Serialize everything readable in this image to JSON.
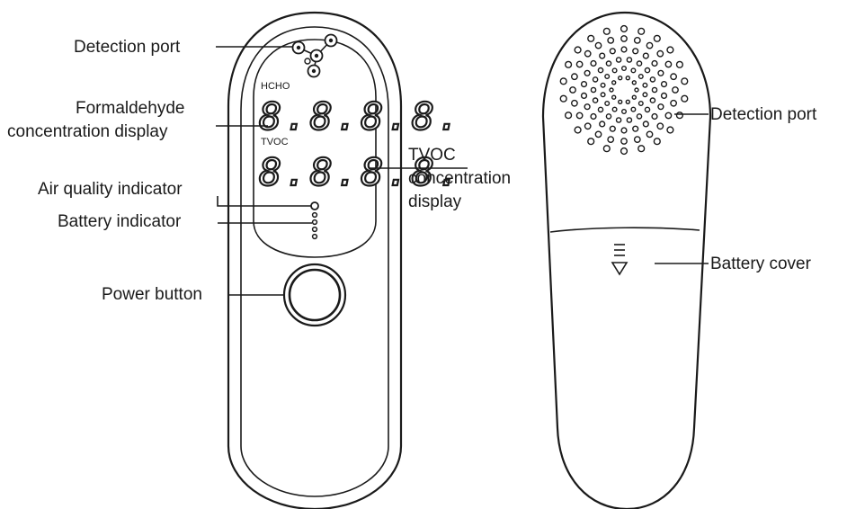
{
  "front": {
    "lcd": {
      "hcho_label": "HCHO",
      "tvoc_label": "TVOC",
      "hcho_reading": "8.8.8.8.",
      "tvoc_reading": "8.8.8.8."
    },
    "callouts": {
      "detection_port": "Detection port",
      "formaldehyde_line1": "Formaldehyde",
      "formaldehyde_line2": "concentration display",
      "air_quality": "Air quality indicator",
      "battery_indicator": "Battery indicator",
      "power_button": "Power button",
      "tvoc_line1": "TVOC",
      "tvoc_line2": "concentration",
      "tvoc_line3": "display"
    }
  },
  "back": {
    "callouts": {
      "detection_port": "Detection port",
      "battery_cover": "Battery cover"
    }
  },
  "icons": {
    "detection_port_front": "detection-port-icon",
    "power": "power-button-icon",
    "battery_cover_arrow": "battery-cover-arrow-icon",
    "vent_holes": "vent-holes-icon"
  }
}
